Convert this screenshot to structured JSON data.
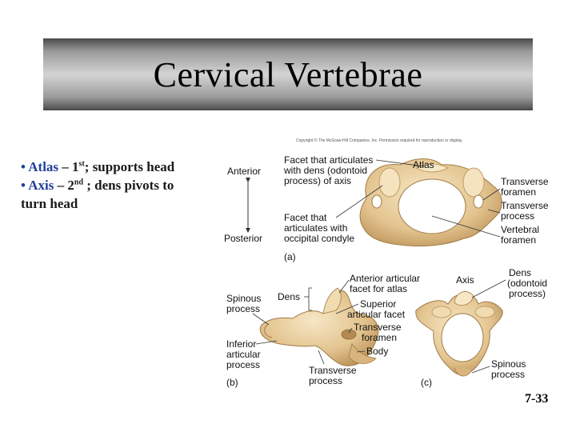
{
  "slide": {
    "title": "Cervical Vertebrae",
    "bullets": [
      {
        "marker": "•",
        "term": "Atlas",
        "sep": " – 1",
        "sup": "st",
        "rest": "; supports head"
      },
      {
        "marker": "•",
        "term": "Axis",
        "sep": " – 2",
        "sup": "nd",
        "rest": " ; dens pivots to",
        "rest2": "turn head"
      }
    ],
    "slide_number": "7-33"
  },
  "figure": {
    "copyright": "Copyright © The McGraw-Hill Companies, Inc. Permission required for reproduction or display.",
    "panel_a": {
      "anterior": "Anterior",
      "posterior": "Posterior",
      "facet_dens_1": "Facet that articulates",
      "facet_dens_2": "with dens (odontoid",
      "facet_dens_3": "process) of axis",
      "atlas": "Atlas",
      "transverse_foramen_1": "Transverse",
      "transverse_foramen_2": "foramen",
      "transverse_process_1": "Transverse",
      "transverse_process_2": "process",
      "vertebral_foramen_1": "Vertebral",
      "vertebral_foramen_2": "foramen",
      "facet_occ_1": "Facet that",
      "facet_occ_2": "articulates with",
      "facet_occ_3": "occipital condyle",
      "panel": "(a)"
    },
    "panel_b": {
      "spinous_1": "Spinous",
      "spinous_2": "process",
      "dens": "Dens",
      "ant_facet_1": "Anterior articular",
      "ant_facet_2": "facet for atlas",
      "sup_facet_1": "Superior",
      "sup_facet_2": "articular facet",
      "trans_foramen_1": "Transverse",
      "trans_foramen_2": "foramen",
      "body": "Body",
      "inferior_1": "Inferior",
      "inferior_2": "articular",
      "inferior_3": "process",
      "panel": "(b)",
      "trans_process_1": "Transverse",
      "trans_process_2": "process"
    },
    "panel_c": {
      "axis": "Axis",
      "dens_1": "Dens",
      "dens_2": "(odontoid",
      "dens_3": "process)",
      "spinous_1": "Spinous",
      "spinous_2": "process",
      "panel": "(c)"
    }
  },
  "colors": {
    "bone_fill": "#e3c48f",
    "bone_shadow": "#b98e55",
    "bone_highlight": "#f6e7c6",
    "title_bar": "#b0b0b0",
    "bullet_highlight": "#1f3f96"
  }
}
